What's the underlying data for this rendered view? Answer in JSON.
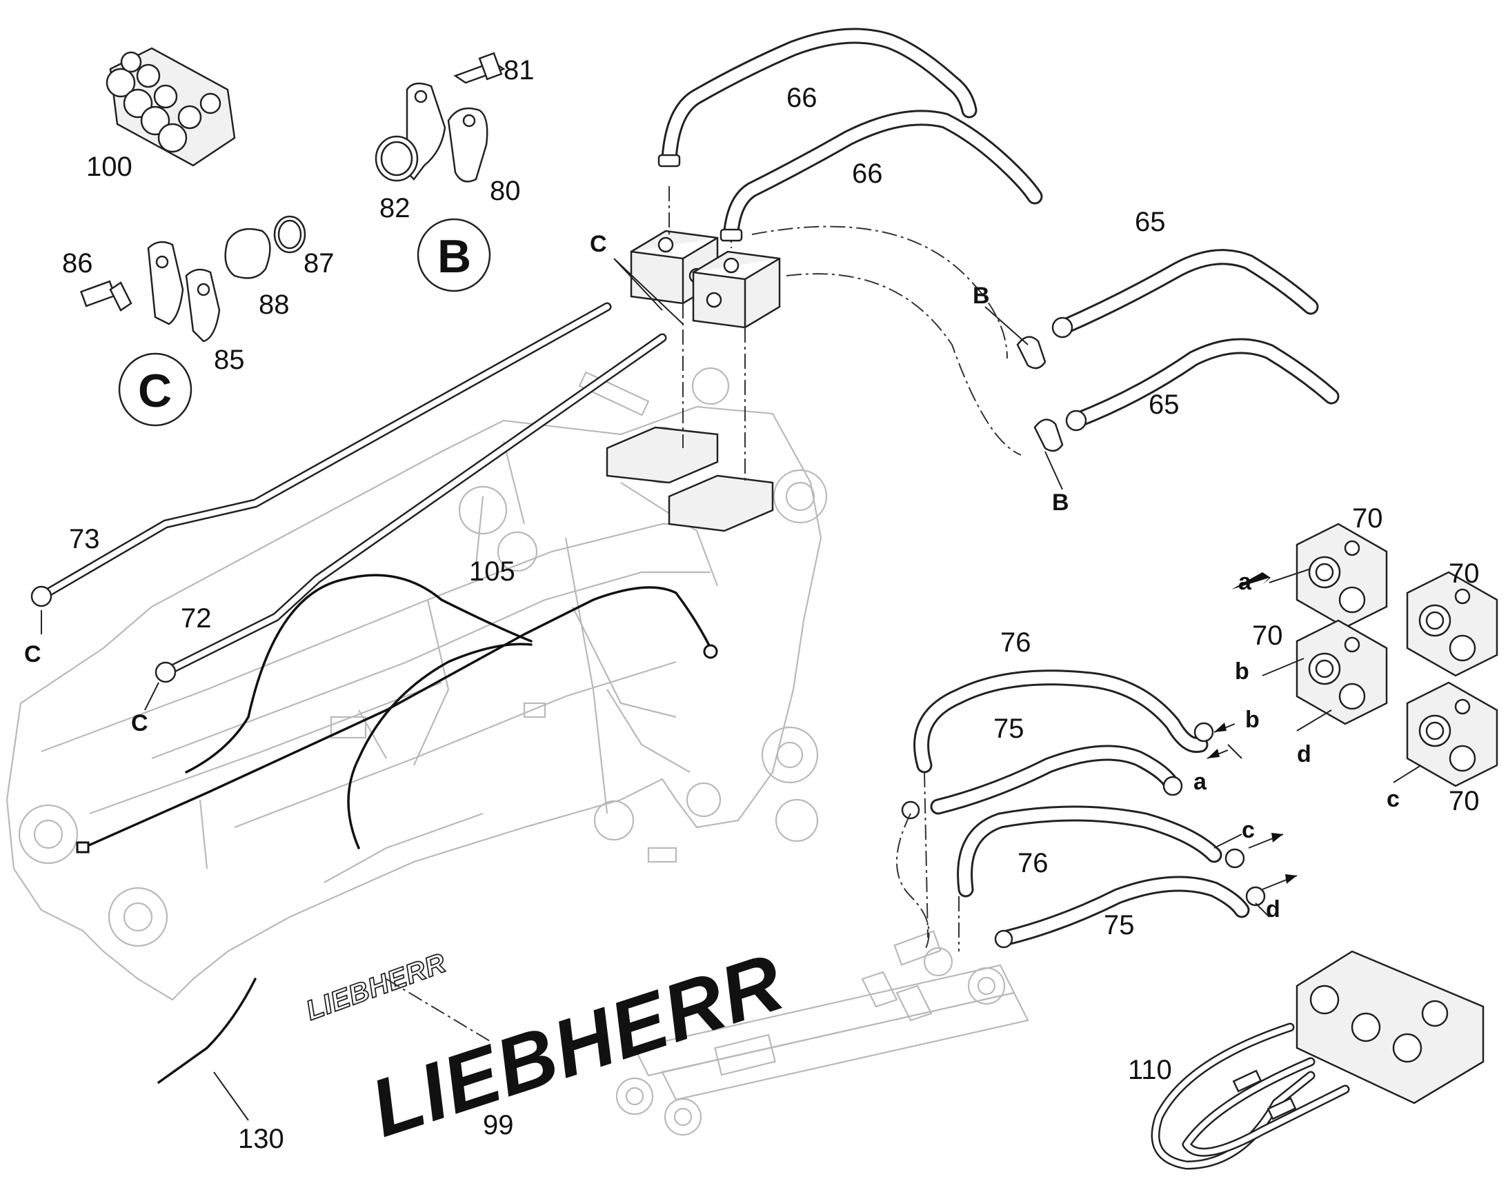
{
  "callouts": {
    "n66a": "66",
    "n66b": "66",
    "n65a": "65",
    "n65b": "65",
    "n81": "81",
    "n82": "82",
    "n80": "80",
    "n100": "100",
    "n86": "86",
    "n87": "87",
    "n88": "88",
    "n85": "85",
    "n73": "73",
    "n72": "72",
    "n105": "105",
    "n70a": "70",
    "n70b": "70",
    "n70c": "70",
    "n70d": "70",
    "n76a": "76",
    "n76b": "76",
    "n75a": "75",
    "n75b": "75",
    "n110": "110",
    "n99": "99",
    "n130": "130"
  },
  "letters": {
    "detail_b": "B",
    "detail_c": "C",
    "c_top": "C",
    "c_73": "C",
    "c_72": "C",
    "b_top": "B",
    "b_bottom": "B",
    "port_a1": "a",
    "port_a2": "a",
    "port_b1": "b",
    "port_b2": "b",
    "port_c1": "c",
    "port_c2": "c",
    "port_d1": "d",
    "port_d2": "d"
  },
  "logos": {
    "decal_large": "LIEBHERR",
    "boom_lettering": "LIEBHERR"
  }
}
